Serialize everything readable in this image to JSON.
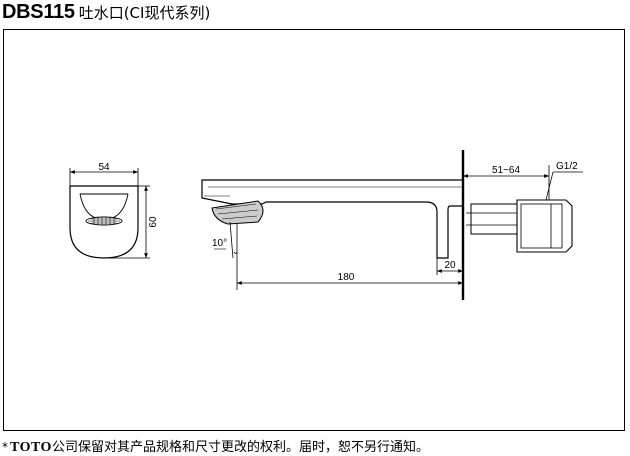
{
  "title": {
    "model": "DBS115",
    "description": "吐水口(CI现代系列)"
  },
  "dimensions": {
    "front_width": "54",
    "front_height": "60",
    "angle": "10°",
    "spout_length": "180",
    "wall_offset": "20",
    "wall_range": "51~64",
    "thread": "G1/2"
  },
  "footer": {
    "star": "*",
    "brand": "TOTO",
    "note": "公司保留对其产品规格和尺寸更改的权利。届时，恕不另行通知。"
  }
}
